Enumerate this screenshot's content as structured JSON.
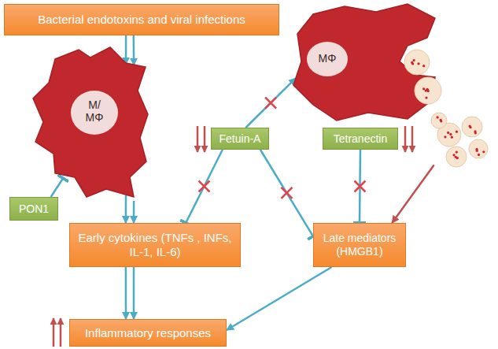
{
  "diagram": {
    "nodes": [
      {
        "text": [
          "Bacterial endotoxins and viral infections"
        ]
      },
      {
        "text": [
          "M/ MΦ"
        ]
      },
      {
        "text": [
          "PON1"
        ]
      },
      {
        "text": [
          "Fetuin-A"
        ]
      },
      {
        "text": [
          "Tetranectin"
        ]
      },
      {
        "text": [
          "MΦ"
        ]
      },
      {
        "text": [
          "Early cytokines (TNFs , INFs, IL-1, IL-6)"
        ]
      },
      {
        "text": [
          "Late mediators (HMGB1)"
        ]
      },
      {
        "text": [
          "Inflammatory responses"
        ]
      }
    ],
    "edges": [
      {
        "from": 0,
        "to": 1,
        "arrow": "to"
      },
      {
        "from": 0,
        "to": 1,
        "arrow": "to"
      },
      {
        "from": 2,
        "to": 1,
        "arrow": "to"
      },
      {
        "from": 1,
        "to": 6,
        "arrow": "to"
      },
      {
        "from": 1,
        "to": 6,
        "arrow": "to"
      },
      {
        "from": 3,
        "to": 5,
        "arrow": "to"
      },
      {
        "from": 3,
        "to": 6,
        "arrow": "to"
      },
      {
        "from": 3,
        "to": 7,
        "arrow": "to"
      },
      {
        "from": 4,
        "to": 7,
        "arrow": "to"
      },
      {
        "from": 5,
        "to": 7,
        "arrow": "to"
      },
      {
        "from": 7,
        "to": 8,
        "arrow": "to"
      },
      {
        "from": 6,
        "to": 8,
        "arrow": "to"
      },
      {
        "from": 6,
        "to": 8,
        "arrow": "to"
      }
    ]
  }
}
